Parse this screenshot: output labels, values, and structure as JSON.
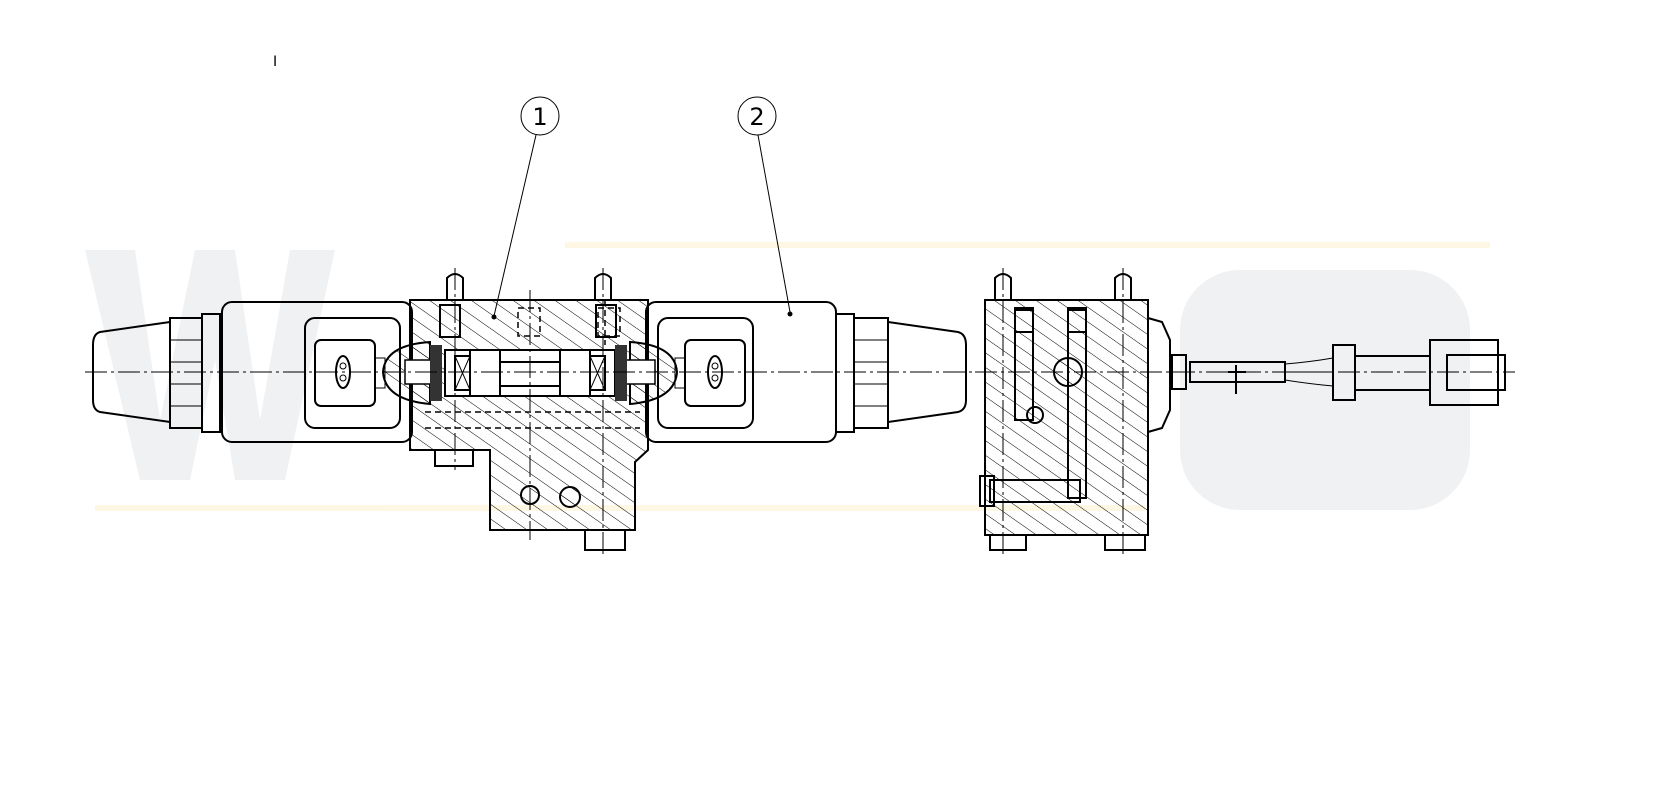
{
  "drawing": {
    "title_mark": "I",
    "balloons": [
      {
        "label": "1"
      },
      {
        "label": "2"
      }
    ]
  },
  "colors": {
    "line": "#000000",
    "watermark_gray": "#eef0f2",
    "watermark_yellow": "#fdf6e0"
  }
}
